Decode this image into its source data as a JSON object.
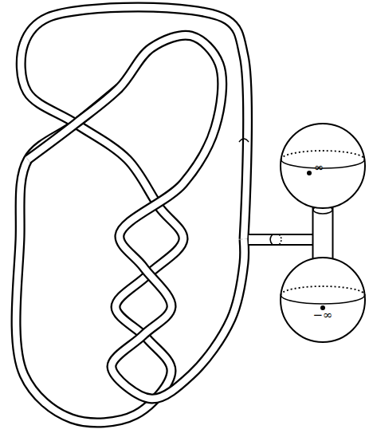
{
  "diagram": {
    "nodes": [
      {
        "text": [
          "∞"
        ]
      },
      {
        "text": [
          "−∞"
        ]
      }
    ],
    "edges": [
      {
        "from": 0,
        "to": 1,
        "arrow": "none"
      }
    ]
  }
}
